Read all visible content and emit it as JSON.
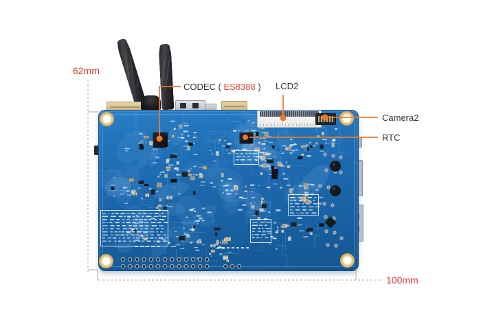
{
  "figure": {
    "dimensions": {
      "height_label": "62mm",
      "width_label": "100mm"
    },
    "callouts": {
      "codec": {
        "prefix": "CODEC ( ",
        "highlight": "ES8388",
        "suffix": " )"
      },
      "lcd": "LCD2",
      "camera": "Camera2",
      "rtc": "RTC"
    },
    "colors": {
      "dimension_text": "#ee352d",
      "callout_line": "#ed7a2a",
      "highlight_text": "#f44336",
      "label_text": "#333333",
      "pcb_blue": "#1e6cae",
      "mount_hole_gold": "#e3c379"
    }
  }
}
